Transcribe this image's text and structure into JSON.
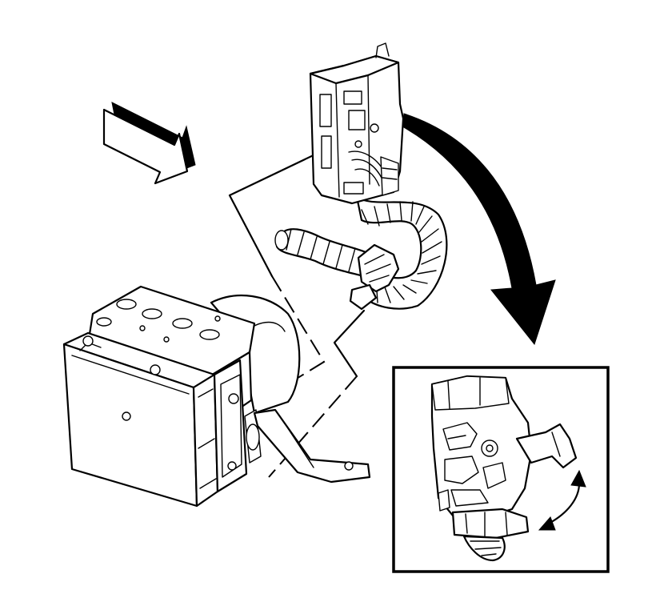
{
  "figure": {
    "kind": "technical line illustration",
    "components": [
      "direction-arrow",
      "abs-module-assembly",
      "electrical-connector",
      "wiring-harness",
      "mounting-bracket",
      "rotation-arrow",
      "detail-inset"
    ],
    "colors": {
      "ink": "#000000",
      "paper": "#ffffff"
    }
  }
}
